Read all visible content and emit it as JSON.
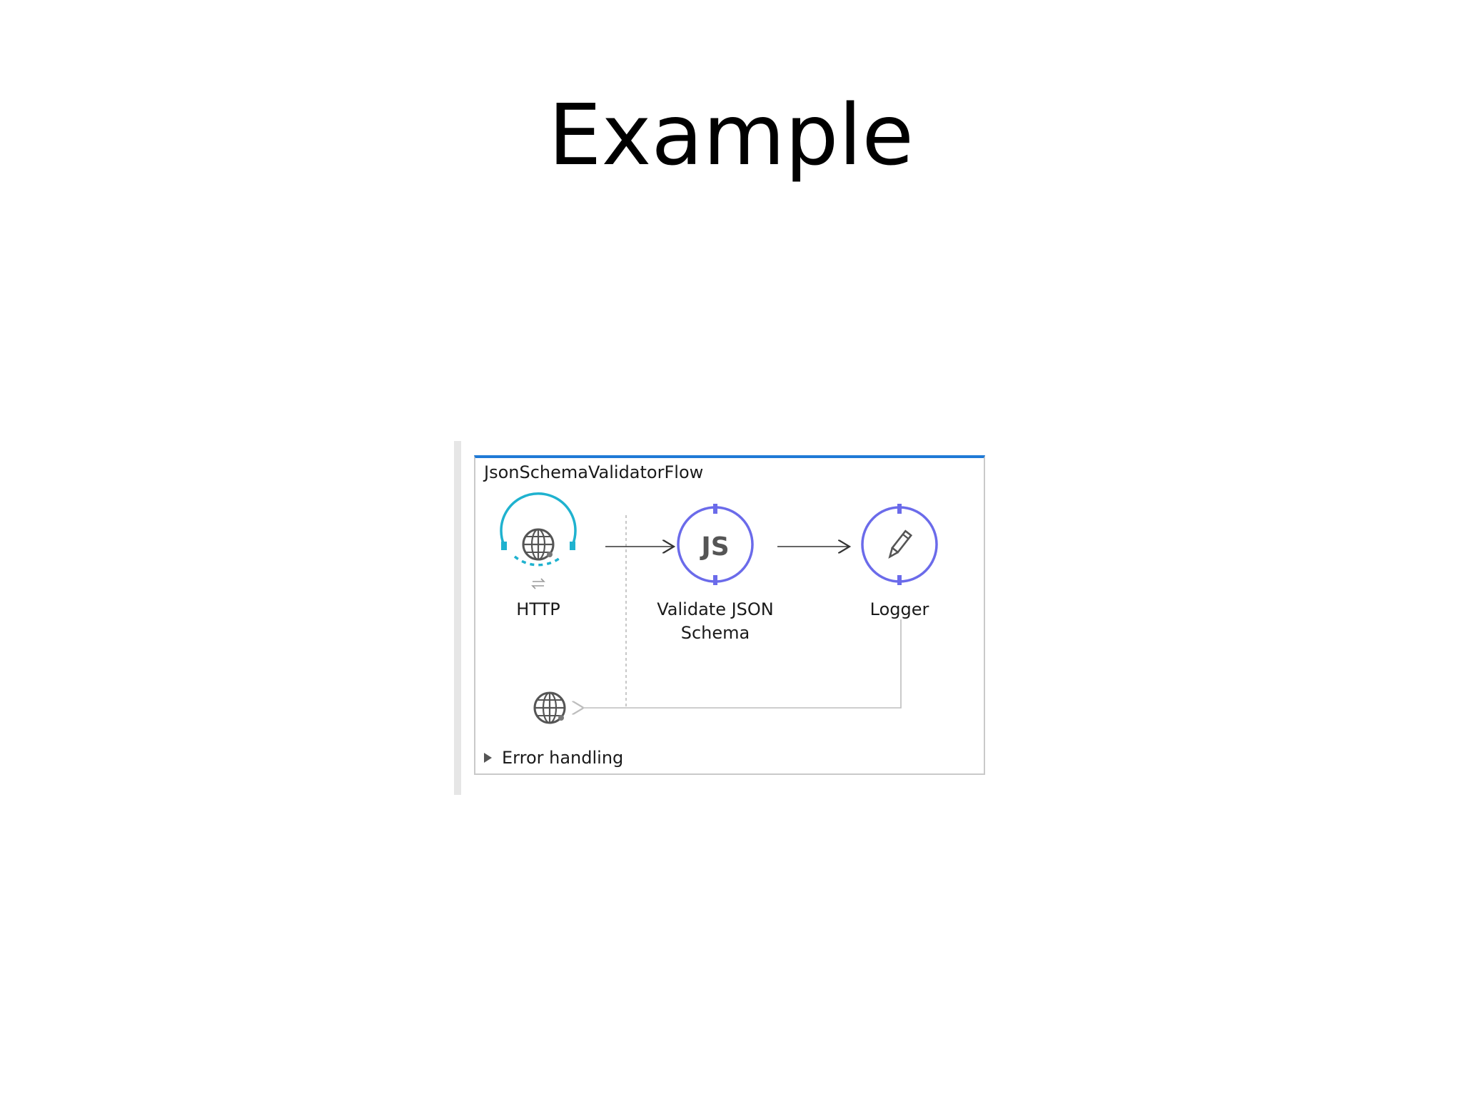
{
  "slide": {
    "title": "Example"
  },
  "flow": {
    "name": "JsonSchemaValidatorFlow",
    "nodes": [
      {
        "id": "http",
        "label": "HTTP",
        "icon": "globe-icon"
      },
      {
        "id": "validate",
        "label_line1": "Validate JSON",
        "label_line2": "Schema",
        "icon_text": "JS"
      },
      {
        "id": "logger",
        "label": "Logger",
        "icon": "pencil-icon"
      }
    ],
    "response_icon": "globe-icon",
    "error_handling": {
      "label": "Error handling",
      "expanded": false
    }
  },
  "colors": {
    "accent_blue": "#1f7ad6",
    "source_teal": "#1fb2cf",
    "processor_purple": "#6b6bea",
    "connector": "#333333"
  }
}
